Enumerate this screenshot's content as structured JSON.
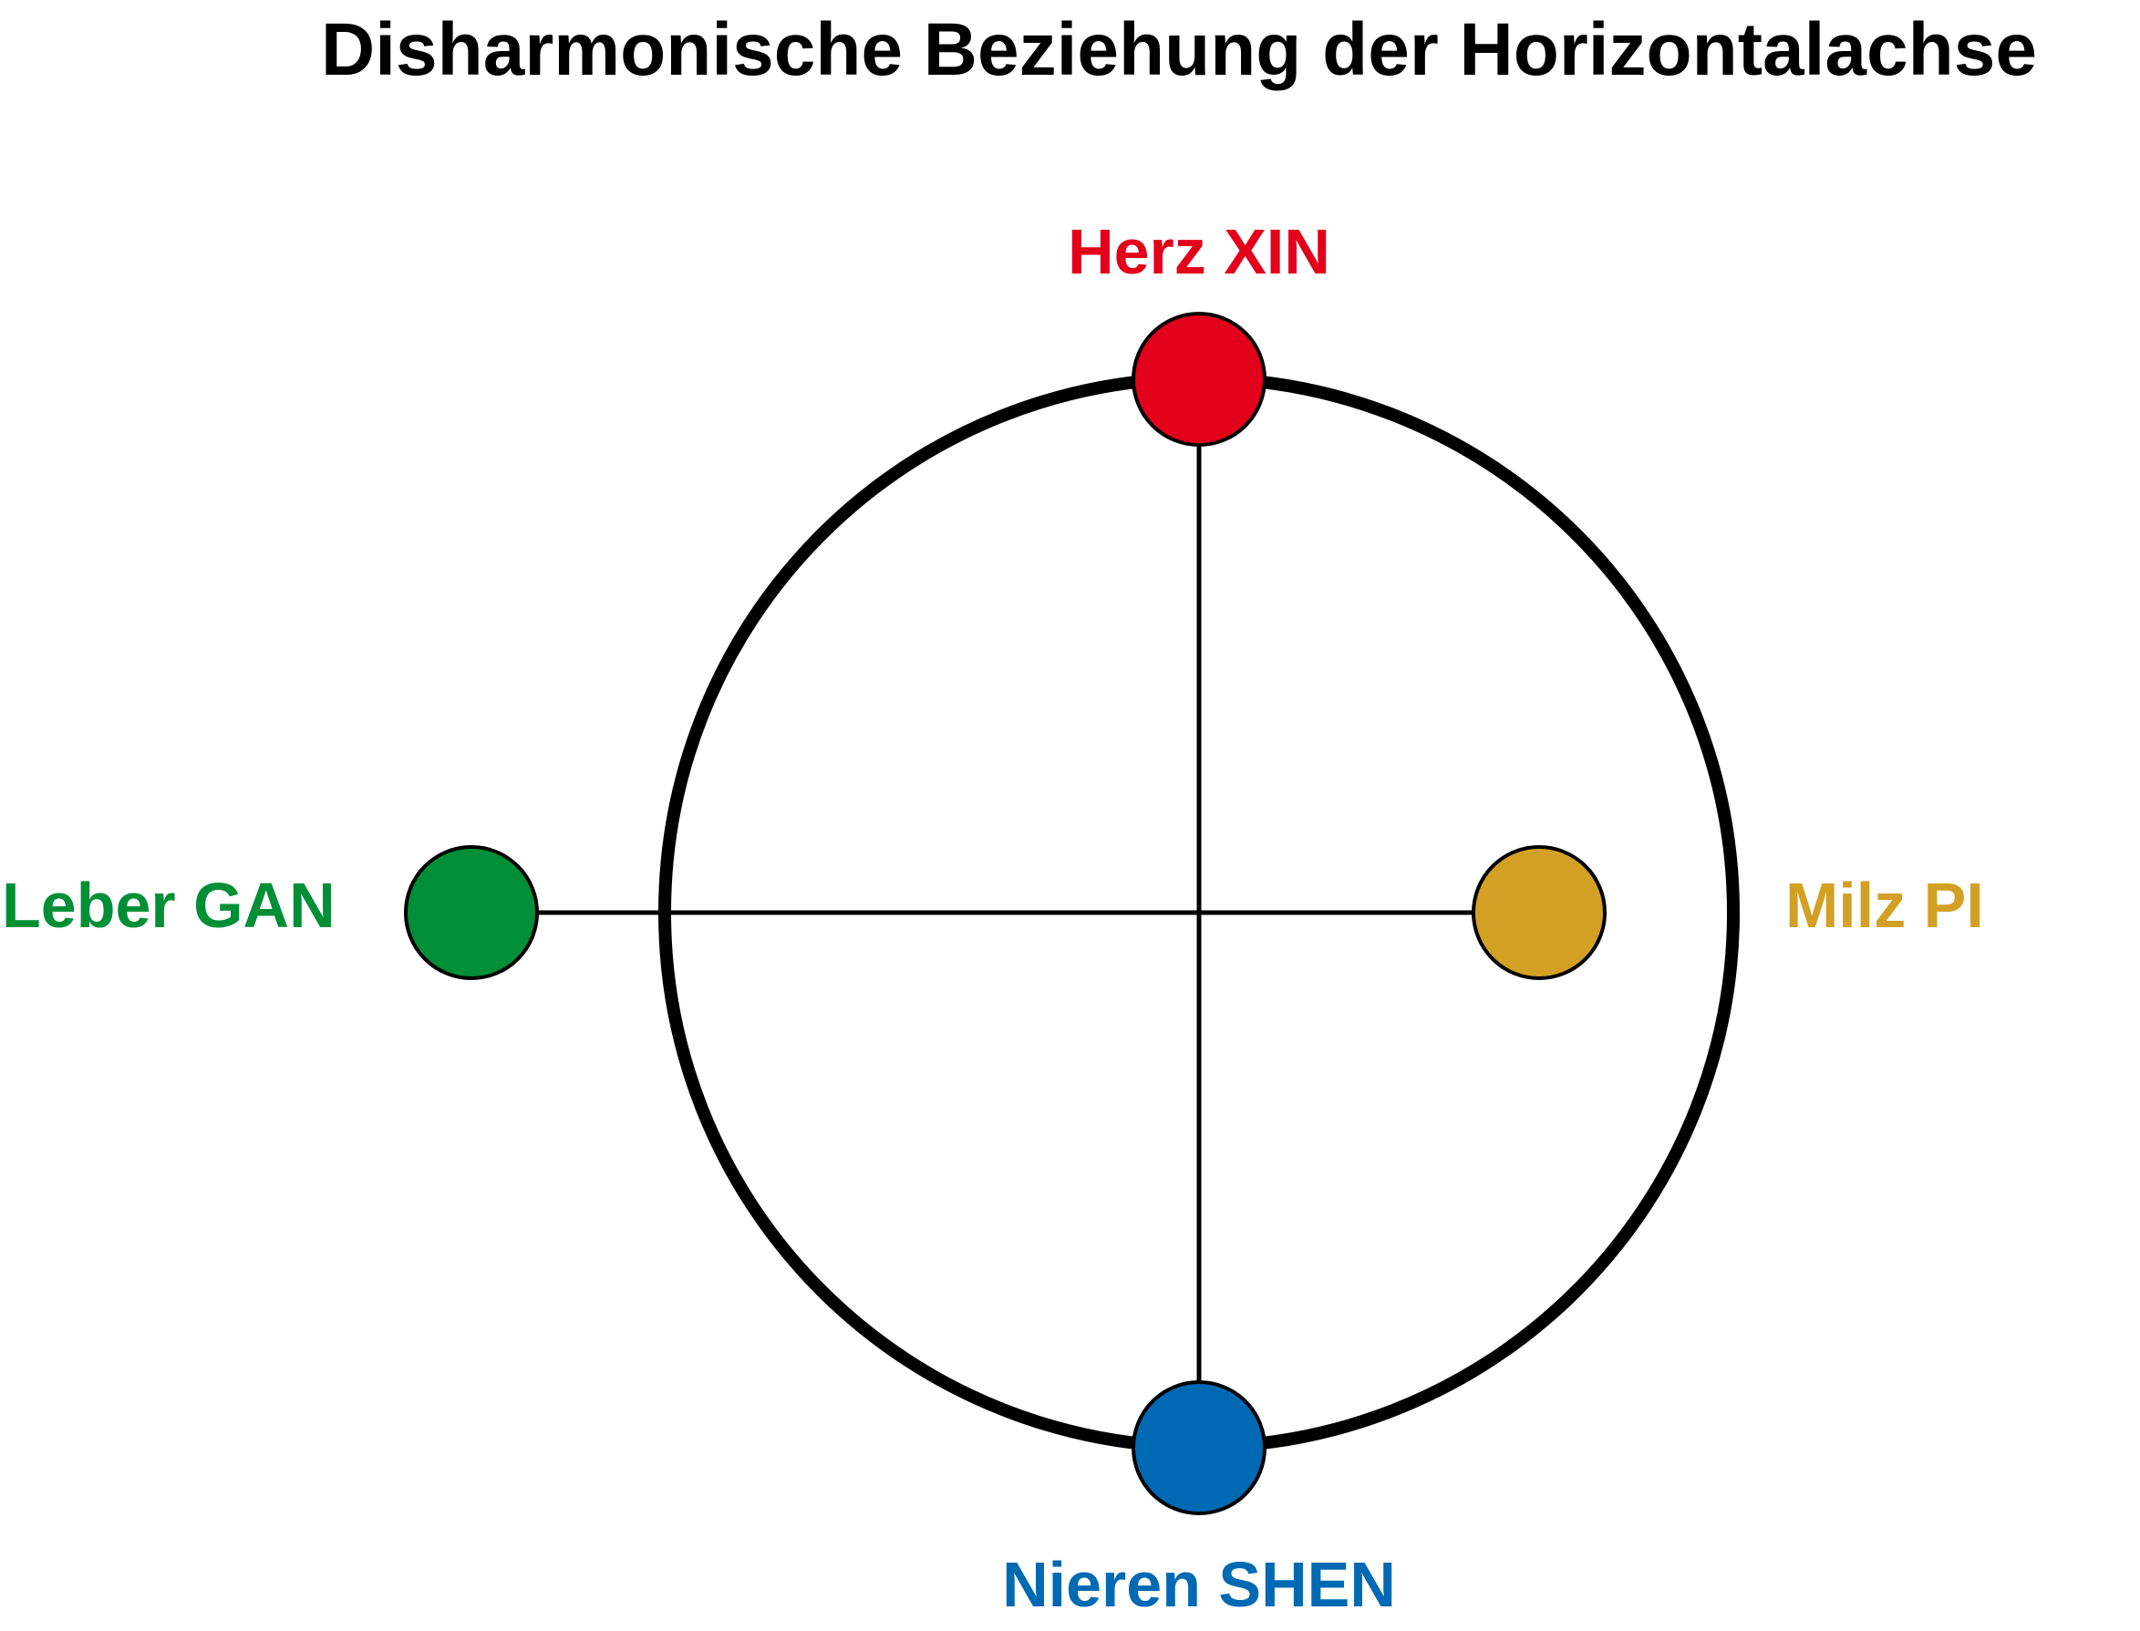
{
  "title": "Disharmonische Beziehung der Horizontalachse",
  "nodes": {
    "top": {
      "label": "Herz XIN",
      "color": "#e2001a"
    },
    "left": {
      "label": "Leber GAN",
      "color": "#008f36"
    },
    "right": {
      "label": "Milz PI",
      "color": "#d2a024"
    },
    "bottom": {
      "label": "Nieren SHEN",
      "color": "#0069b4"
    }
  },
  "colors": {
    "ring": "#000000",
    "axes": "#000000",
    "text": "#000000"
  }
}
